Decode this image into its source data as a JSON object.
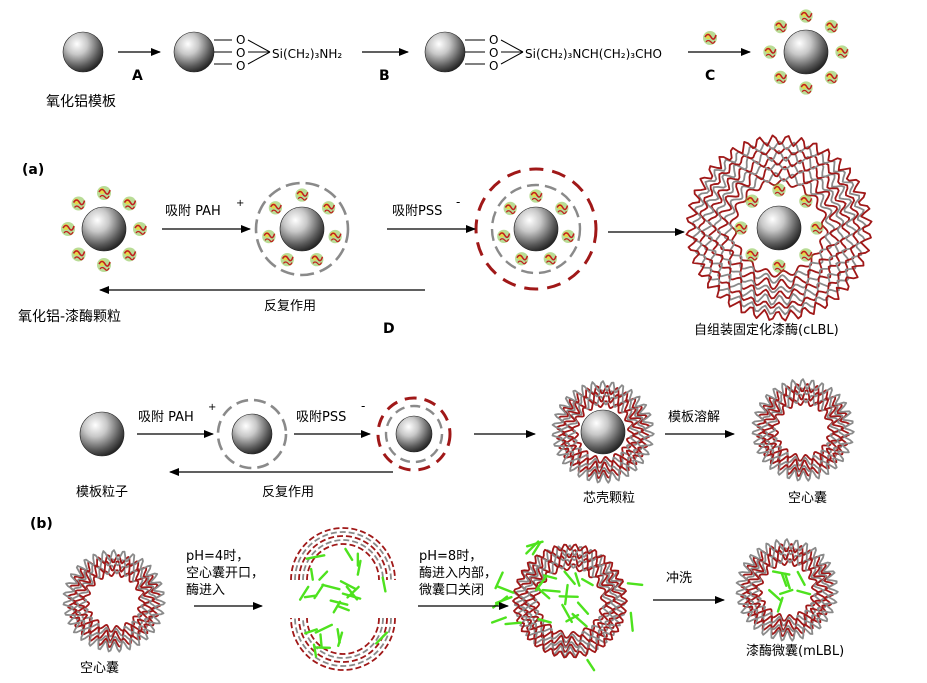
{
  "colors": {
    "background": "#ffffff",
    "sphere_dark": "#2a2a2a",
    "sphere_mid": "#8c8c8c",
    "sphere_light": "#f2f2f2",
    "polymer_red": "#a01818",
    "polymer_gray": "#8a8a8a",
    "polymer_orange": "#c07a20",
    "enzyme_green": "#7fbf3f",
    "enzyme_red": "#c02020",
    "enzyme_yellow": "#e8d840",
    "needle_green": "#4ee21e",
    "arrow": "#000000"
  },
  "icons": [
    "sphere-icon",
    "laccase-enzyme-icon",
    "polyelectrolyte-shell-icon",
    "enzyme-needle-icon",
    "arrow-icon"
  ],
  "top_scheme": {
    "step_a": "A",
    "step_b": "B",
    "step_c": "C",
    "aminosilane_formula": "Si(CH₂)₃NH₂",
    "glutaraldehyde_formula": "Si(CH₂)₃NCH(CH₂)₃CHO",
    "oxygen_label": "O",
    "template_label": "氧化铝模板"
  },
  "panel_a": {
    "panel_label": "(a)",
    "particle_label": "氧化铝-漆酶颗粒",
    "adsorb_pah": "吸附 PAH",
    "pah_charge": "+",
    "adsorb_pss": "吸附PSS",
    "pss_charge": "-",
    "repeat_label": "反复作用",
    "step_d": "D",
    "result_label": "自组装固定化漆酶(cLBL)"
  },
  "panel_b_row1": {
    "template_label": "模板粒子",
    "adsorb_pah": "吸附 PAH",
    "pah_charge": "+",
    "adsorb_pss": "吸附PSS",
    "pss_charge": "-",
    "repeat_label": "反复作用",
    "core_shell_label": "芯壳颗粒",
    "dissolve_label": "模板溶解",
    "hollow_label": "空心囊"
  },
  "panel_b_row2": {
    "panel_label": "(b)",
    "hollow_label": "空心囊",
    "ph4_line1": "pH=4时，",
    "ph4_line2": "空心囊开口，",
    "ph4_line3": "酶进入",
    "ph8_line1": "pH=8时，",
    "ph8_line2": "酶进入内部，",
    "ph8_line3": "微囊口关闭",
    "wash_label": "冲洗",
    "result_label": "漆酶微囊(mLBL)"
  }
}
